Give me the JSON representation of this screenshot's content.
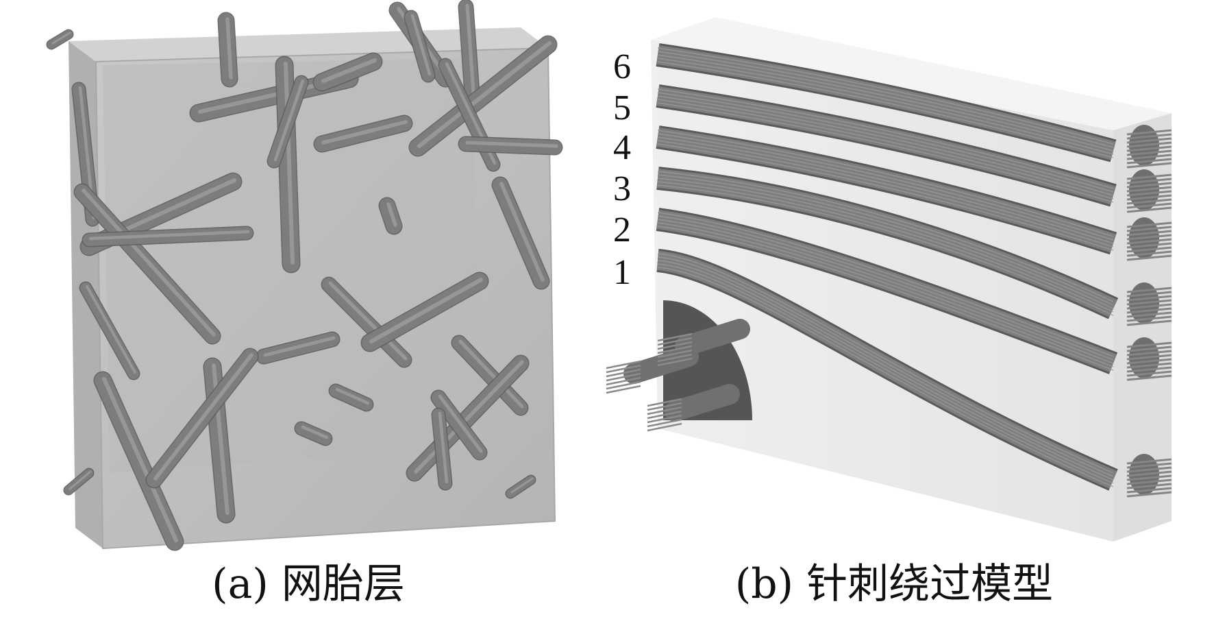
{
  "panels": [
    {
      "id": "a",
      "caption": "(a) 网胎层"
    },
    {
      "id": "b",
      "caption": "(b) 针刺绕过模型"
    }
  ],
  "layer_labels": [
    "6",
    "5",
    "4",
    "3",
    "2",
    "1"
  ],
  "colors": {
    "background": "#ffffff",
    "block_a": "#bfbfbf",
    "block_b": "#ececec",
    "fiber": "#7d7d7d",
    "fiber_dark": "#5f5f5f",
    "needle_hole": "#4a4a4a"
  }
}
